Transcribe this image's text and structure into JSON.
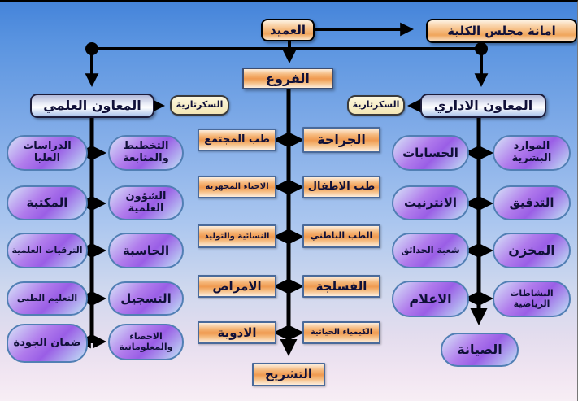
{
  "dean": {
    "label": "العميد"
  },
  "council": {
    "label": "امانة مجلس الكلية"
  },
  "branches": {
    "label": "الفروع"
  },
  "scientific": {
    "label": "المعاون العلمي",
    "secretariat": "السكرتارية",
    "col_outer": [
      "الدراسات العليا",
      "المكتبة",
      "الترقيات العلمية",
      "التعليم الطبي",
      "ضمان الجودة"
    ],
    "col_inner": [
      "التخطيط والمتابعة",
      "الشؤون العلمية",
      "الحاسبة",
      "التسجيل",
      "الاحصاء والمعلوماتية"
    ]
  },
  "admin": {
    "label": "المعاون الاداري",
    "secretariat": "السكرتارية",
    "col_inner": [
      "الحسابات",
      "الانترنيت",
      "شعبة الحدائق",
      "الاعلام"
    ],
    "col_outer": [
      "الموارد البشرية",
      "التدقيق",
      "المخزن",
      "النشاطات الرياضية"
    ],
    "bottom": "الصيانة"
  },
  "departments": {
    "col_left": [
      "طب المجتمع",
      "الاحياء المجهرية",
      "النسائية والتوليد",
      "الامراض",
      "الادوية"
    ],
    "col_right": [
      "الجراحة",
      "طب الاطفال",
      "الطب الباطني",
      "الفسلجة",
      "الكيمياء الحياتية"
    ],
    "bottom": "التشريح"
  },
  "colors": {
    "background_top": "#4584da",
    "background_bottom": "#f7eef5",
    "node_orange": "#ef9a50",
    "node_purple": "#9a5ee6",
    "node_lightblue": "#c2e6f6",
    "assistant_fill": "#e8ebf7",
    "secretariat_fill": "#f3e6b6",
    "connector": "#000000",
    "oval_border": "#517fb4",
    "text": "#101038"
  }
}
